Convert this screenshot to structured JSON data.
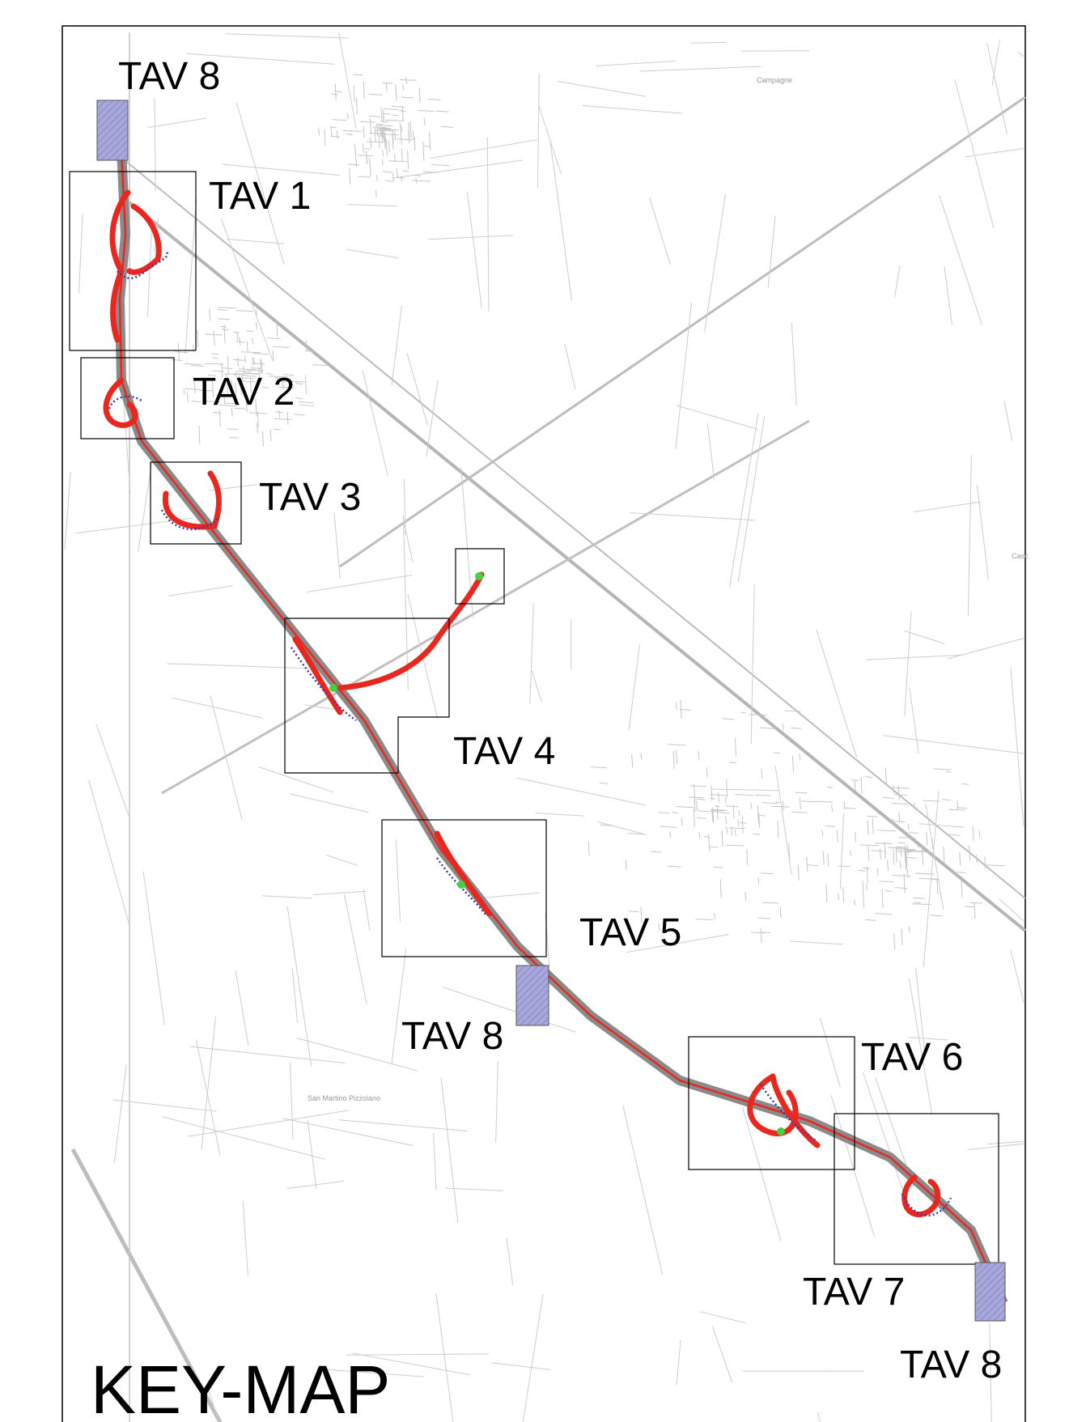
{
  "map": {
    "title": "KEY-MAP",
    "sheets": [
      {
        "id": "tav8_north",
        "label": "TAV 8"
      },
      {
        "id": "tav1",
        "label": "TAV 1"
      },
      {
        "id": "tav2",
        "label": "TAV 2"
      },
      {
        "id": "tav3",
        "label": "TAV 3"
      },
      {
        "id": "tav4",
        "label": "TAV 4"
      },
      {
        "id": "tav5",
        "label": "TAV 5"
      },
      {
        "id": "tav8_mid",
        "label": "TAV 8"
      },
      {
        "id": "tav6",
        "label": "TAV 6"
      },
      {
        "id": "tav7",
        "label": "TAV 7"
      },
      {
        "id": "tav8_south",
        "label": "TAV 8"
      }
    ],
    "place_names": [
      "Campagne",
      "San Martino Pizzolano",
      "Casc"
    ],
    "colors": {
      "background_lines": "#c8c8c8",
      "route_red": "#e8281f",
      "route_blue": "#3a3aa8",
      "route_dark": "#333333",
      "tav8_fill": "#9a9ad2",
      "junction_green": "#3fd43f"
    }
  }
}
